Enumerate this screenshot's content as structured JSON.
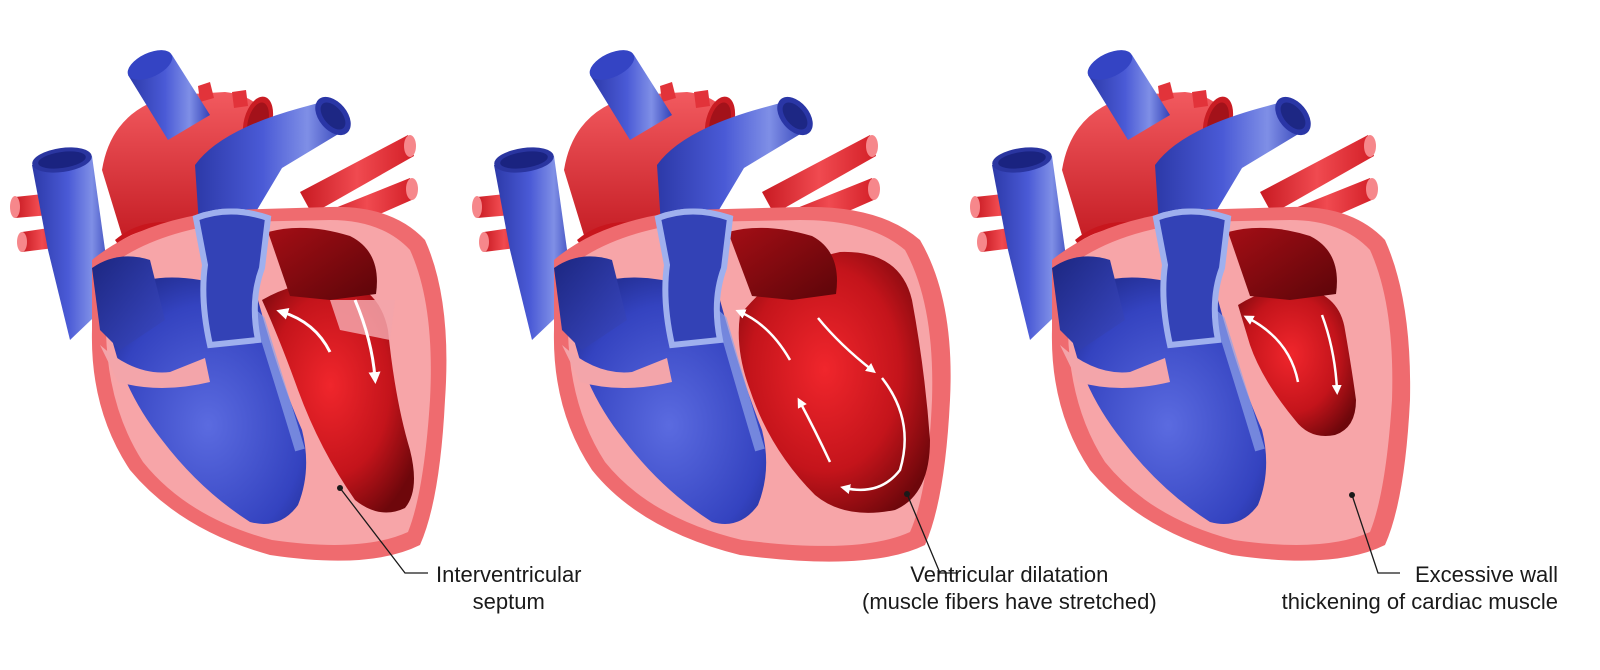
{
  "figure": {
    "panels": [
      {
        "id": "normal",
        "label_lines": [
          "Interventricular",
          "septum"
        ]
      },
      {
        "id": "dilated",
        "label_lines": [
          "Ventricular dilatation",
          "(muscle fibers have stretched)"
        ]
      },
      {
        "id": "hypertrophic",
        "label_lines": [
          "Excessive wall",
          "thickening of cardiac muscle"
        ]
      }
    ]
  },
  "colors": {
    "oxygenated_red": "#e8242b",
    "deep_red": "#8a0b10",
    "deoxygenated_blue": "#3f4fc9",
    "light_blue": "#8fa2e8",
    "muscle_pink": "#f7a5a8",
    "outer_wall": "#ef6b6f"
  }
}
